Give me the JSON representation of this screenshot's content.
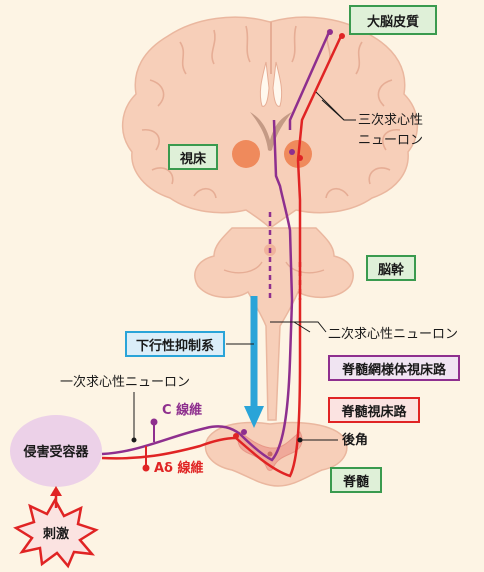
{
  "labels": {
    "cortex": "大脳皮質",
    "thalamus": "視床",
    "brainstem": "脳幹",
    "descending_inhibitory": "下行性抑制系",
    "spinoreticulothalamic": "脊髄網様体視床路",
    "spinothalamic": "脊髄視床路",
    "spinal_cord": "脊髄",
    "third_neuron_line1": "三次求心性",
    "third_neuron_line2": "ニューロン",
    "second_neuron": "二次求心性ニューロン",
    "first_neuron": "一次求心性ニューロン",
    "c_fiber": "C 線維",
    "a_delta_fiber": "Aδ 線維",
    "dorsal_horn": "後角",
    "nociceptor": "侵害受容器",
    "stimulus": "刺激"
  },
  "colors": {
    "background": "#fdf4e4",
    "tissue": "#f7cfb9",
    "tissue_line": "#e9b39a",
    "c_fiber_path": "#8e2f8e",
    "a_delta_path": "#e02424",
    "descending_arrow": "#2aa4d8",
    "thalamus_nucleus": "#ef8a5c",
    "nociceptor_fill": "#ecd1e8",
    "stimulus_star": "#e02424",
    "green_box_border": "#3a9a4e",
    "green_box_fill": "#dff0d8"
  }
}
